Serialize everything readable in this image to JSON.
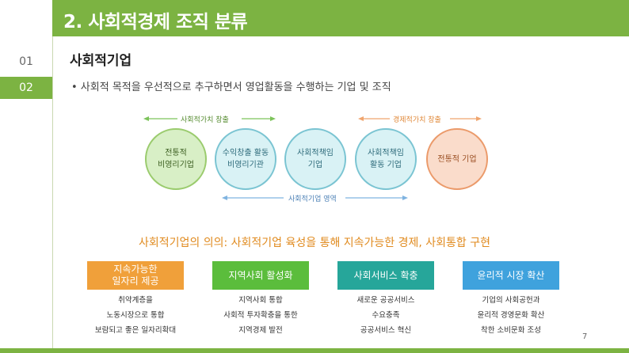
{
  "title": "2. 사회적경제 조직 분류",
  "nav": [
    "01",
    "02"
  ],
  "section_heading": "사회적기업",
  "bullet": "• 사회적 목적을 우선적으로 추구하면서 영업활동을 수행하는 기업 및 조직",
  "arrows": {
    "social_value": "사회적가치 창출",
    "economic_value": "경제적가치 창출",
    "social_enterprise_area": "사회적기업 영역"
  },
  "circles": [
    {
      "line1": "전통적",
      "line2": "비영리기업"
    },
    {
      "line1": "수익창출 활동",
      "line2": "비영리기관"
    },
    {
      "line1": "사회적책임",
      "line2": "기업"
    },
    {
      "line1": "사회적책임",
      "line2": "활동 기업"
    },
    {
      "line1": "전통적 기업",
      "line2": ""
    }
  ],
  "significance": "사회적기업의 의의: 사회적기업 육성을 통해 지속가능한 경제, 사회통합 구현",
  "boxes": [
    {
      "header1": "지속가능한",
      "header2": "일자리 제공",
      "items": [
        "취약계층을",
        "노동시장으로 통합",
        "보람되고 좋은 일자리확대"
      ]
    },
    {
      "header1": "지역사회 활성화",
      "header2": "",
      "items": [
        "지역사회 통합",
        "사회적 투자확충을 통한",
        "지역경제 발전"
      ]
    },
    {
      "header1": "사회서비스 확충",
      "header2": "",
      "items": [
        "새로운 공공서비스",
        "수요충족",
        "공공서비스 혁신"
      ]
    },
    {
      "header1": "윤리적 시장 확산",
      "header2": "",
      "items": [
        "기업의 사회공헌과",
        "윤리적 경영문화 확산",
        "착한 소비문화 조성"
      ]
    }
  ],
  "page_number": "7",
  "colors": {
    "brand_green": "#7cb342",
    "arrow_green": "#7cc35a",
    "arrow_orange": "#f0a56e",
    "arrow_blue": "#7fb3e0",
    "significance_orange": "#e08a1e"
  }
}
